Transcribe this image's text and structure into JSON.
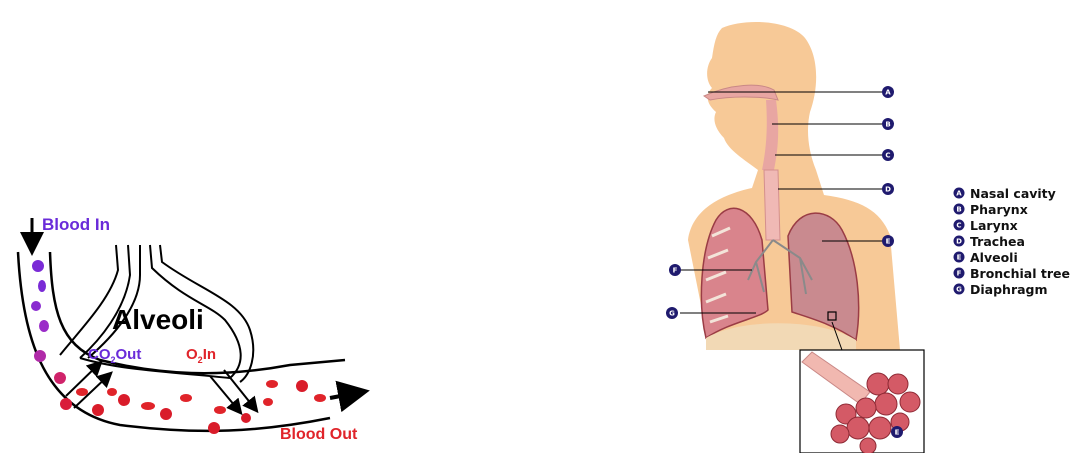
{
  "alveoli_diagram": {
    "title": "Alveoli",
    "blood_in": "Blood In",
    "blood_out": "Blood Out",
    "co2_main": "CO",
    "co2_sub": "2",
    "co2_suffix": "Out",
    "o2_main": "O",
    "o2_sub": "2",
    "o2_suffix": "In",
    "colors": {
      "deoxygenated": "#7a2bd6",
      "oxygenated": "#d91c2a",
      "transition": "#c02a8a"
    }
  },
  "respiratory_diagram": {
    "markers": [
      "A",
      "B",
      "C",
      "D",
      "E",
      "F",
      "G"
    ],
    "inset_marker": "E",
    "legend": [
      {
        "letter": "A",
        "label": "Nasal cavity"
      },
      {
        "letter": "B",
        "label": "Pharynx"
      },
      {
        "letter": "C",
        "label": "Larynx"
      },
      {
        "letter": "D",
        "label": "Trachea"
      },
      {
        "letter": "E",
        "label": "Alveoli"
      },
      {
        "letter": "F",
        "label": "Bronchial tree"
      },
      {
        "letter": "G",
        "label": "Diaphragm"
      }
    ],
    "colors": {
      "skin": "#f7c997",
      "lung": "#d9848c",
      "lung_dark": "#b8464f",
      "airway": "#e8a6a2",
      "marker": "#1f1a6e"
    }
  }
}
